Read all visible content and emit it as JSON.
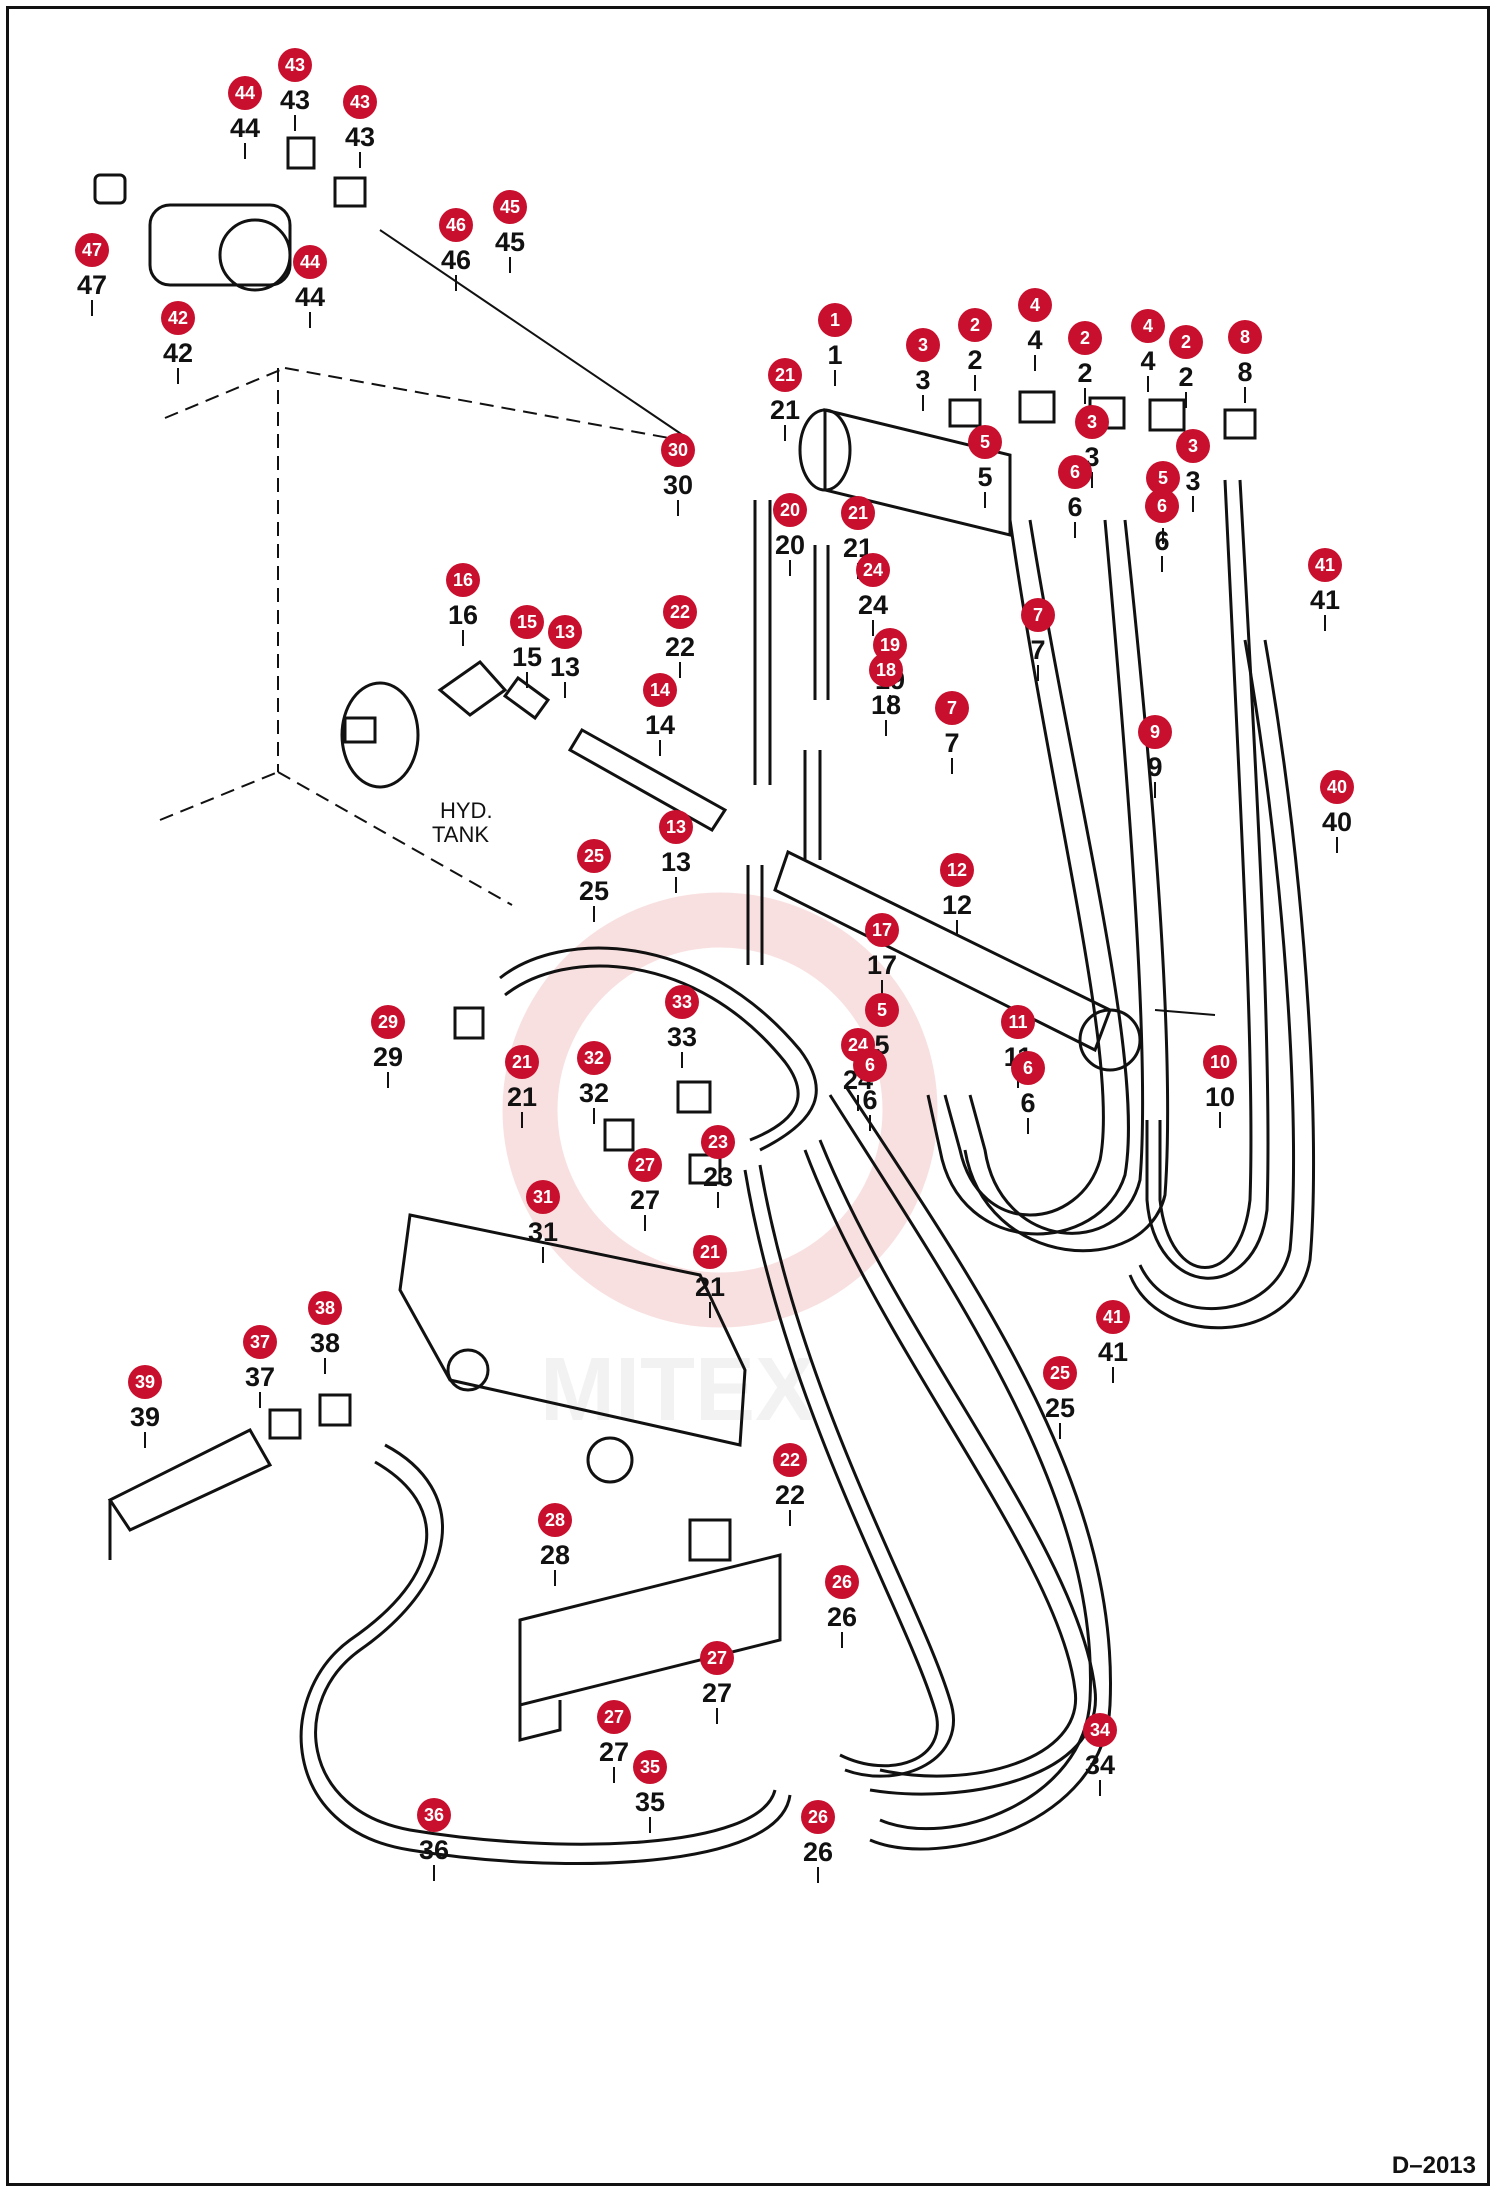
{
  "colors": {
    "callout_fill": "#c8102e",
    "callout_text": "#ffffff",
    "line": "#111111",
    "watermark": "#f3c2c2"
  },
  "tank_label": [
    "HYD.",
    "TANK"
  ],
  "drawing_code": "D–2013",
  "watermark_text": "MITEX",
  "callouts": [
    "1",
    "2",
    "3",
    "4",
    "5",
    "6",
    "7",
    "8",
    "9",
    "10",
    "11",
    "12",
    "13",
    "14",
    "15",
    "16",
    "17",
    "18",
    "19",
    "20",
    "21",
    "22",
    "23",
    "24",
    "25",
    "26",
    "27",
    "28",
    "29",
    "30",
    "31",
    "32",
    "33",
    "34",
    "35",
    "36",
    "37",
    "38",
    "39",
    "40",
    "41",
    "42",
    "43",
    "44",
    "45",
    "46",
    "47"
  ]
}
